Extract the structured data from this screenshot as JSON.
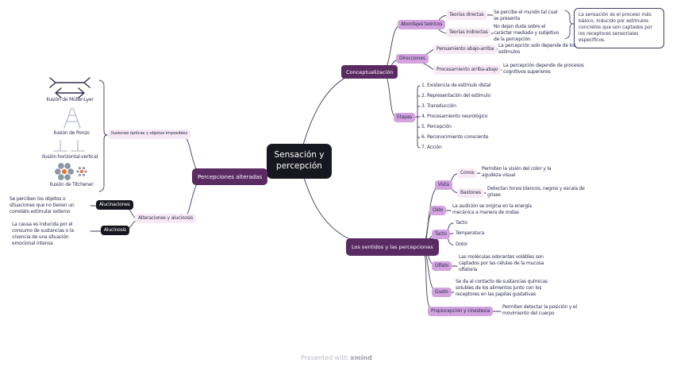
{
  "colors": {
    "branch_purple": "#5a2b63",
    "lilac": "#d2a3de",
    "pale_pink": "#f8eaf4",
    "node_black": "#17171f",
    "ink": "#2e2e52",
    "line": "#3e3e60",
    "illusion_gray": "#8e95a5",
    "illusion_orange": "#e8742c"
  },
  "root": {
    "label": "Sensación y percepción"
  },
  "conceptualizacion": {
    "label": "Conceptualización",
    "abordajes": {
      "label": "Abordajes teóricos",
      "directas": {
        "label": "Teorías directas",
        "desc": "Se percibe el mundo tal cual se presenta"
      },
      "indirectas": {
        "label": "Teorías indirectas",
        "desc": "No dejan duda sobre el carácter mediado y subjetivo de la percepción"
      },
      "note": "La sensación es el proceso más básico, inducido por estímulos concretos que son captados por los receptores sensoriales específicos."
    },
    "direcciones": {
      "label": "Direcciones",
      "abajo_arriba": {
        "label": "Pensamiento abajo-arriba",
        "desc": "La percepción solo depende de los estímulos"
      },
      "arriba_abajo": {
        "label": "Procesamiento arriba-abajo",
        "desc": "La percepción depende de procesos cognitivos superiores"
      }
    },
    "etapas": {
      "label": "Etapas",
      "items": [
        "1. Existencia de estímulo distal",
        "2. Representación del estímulo",
        "3. Transducción",
        "4. Procesamiento neurológico",
        "5. Percepción",
        "6. Reconocimiento consciente",
        "7. Acción"
      ]
    }
  },
  "sentidos": {
    "label": "Los sentidos y las percepciones",
    "vista": {
      "label": "Vista",
      "conos": {
        "label": "Conos",
        "desc": "Permiten la visión del color y la agudeza visual"
      },
      "bastones": {
        "label": "Bastones",
        "desc": "Detectan tonos blancos, negros y escala de grises"
      }
    },
    "oido": {
      "label": "Oído",
      "desc": "La audición se origina en la energía mecánica a manera de ondas"
    },
    "tacto": {
      "label": "Tacto",
      "items": [
        "Tacto",
        "Temperatura",
        "Dolor"
      ]
    },
    "olfato": {
      "label": "Olfato",
      "desc": "Las moléculas odorantes volátiles son captados por las células de la mucosa olfatoria"
    },
    "gusto": {
      "label": "Gusto",
      "desc": "Se da al contacto de sustancias químicas solubles de los alimentos junto con los receptores en las papilas gustativas"
    },
    "propiocepcion": {
      "label": "Propiocepción y cinestesia",
      "desc": "Permiten detectar la posición y el movimiento del cuerpo"
    }
  },
  "percepciones": {
    "label": "Percepciones alteradas",
    "ilusiones": {
      "label": "Ilusiones ópticas y objetos imposibles",
      "captions": [
        "Ilusión de Müller-Lyer",
        "Ilusión de Ponzo",
        "Ilusión horizontal-vertical",
        "Ilusión de Titchener"
      ]
    },
    "alteraciones": {
      "label": "Alteraciones y alucinosis",
      "alucinaciones": {
        "label": "Alucinaciones",
        "desc": "Se perciben los objetos o situaciones que no tienen un correlato estimular externo"
      },
      "alucinosis": {
        "label": "Alucinosis",
        "desc": "La causa es inducida por el consumo de sustancias o la vivencia de una situación emocional intensa"
      }
    }
  },
  "footer": {
    "prefix": "Presented with",
    "brand": "xmind"
  }
}
